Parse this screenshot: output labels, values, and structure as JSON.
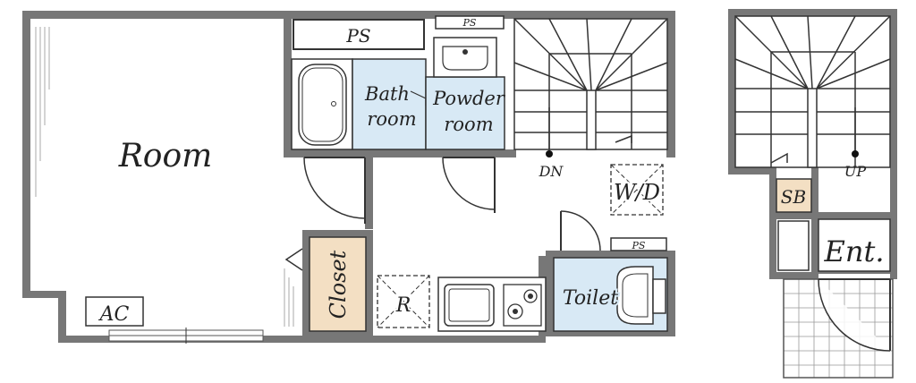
{
  "labels": {
    "room": "Room",
    "ps_top": "PS",
    "ps_small": "PS",
    "bathroom_line1": "Bath",
    "bathroom_line2": "room",
    "powder_line1": "Powder",
    "powder_line2": "room",
    "dn": "DN",
    "wd": "W/D",
    "ps_mid": "PS",
    "closet": "Closet",
    "ac": "AC",
    "refrigerator": "R",
    "toilet": "Toilet",
    "sb": "SB",
    "up": "UP",
    "entrance": "Ent."
  },
  "colors": {
    "wall": "#777777",
    "wet_area": "#d8e9f5",
    "storage": "#f3dfc3",
    "line": "#333333"
  }
}
